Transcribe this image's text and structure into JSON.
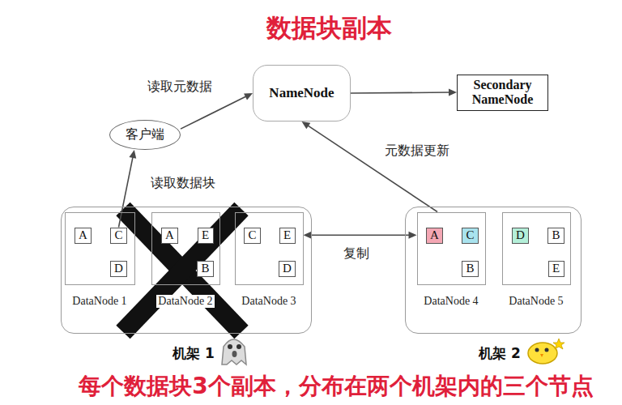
{
  "diagram": {
    "title": "数据块副本",
    "caption": "每个数据块3个副本，分布在两个机架内的三个节点",
    "nodes": [
      {
        "text": [
          "NameNode"
        ]
      },
      {
        "text": [
          "Secondary NameNode"
        ]
      },
      {
        "text": [
          "客户端"
        ]
      },
      {
        "text": [
          "机架 1"
        ]
      },
      {
        "text": [
          "DataNode 1"
        ],
        "in": 3
      },
      {
        "text": [
          "A"
        ],
        "in": 4
      },
      {
        "text": [
          "C"
        ],
        "in": 4
      },
      {
        "text": [
          "D"
        ],
        "in": 4
      },
      {
        "text": [
          "DataNode 2"
        ],
        "in": 3
      },
      {
        "text": [
          "A"
        ],
        "in": 8
      },
      {
        "text": [
          "E"
        ],
        "in": 8
      },
      {
        "text": [
          "B"
        ],
        "in": 8
      },
      {
        "text": [
          "DataNode 3"
        ],
        "in": 3
      },
      {
        "text": [
          "C"
        ],
        "in": 12
      },
      {
        "text": [
          "E"
        ],
        "in": 12
      },
      {
        "text": [
          "D"
        ],
        "in": 12
      },
      {
        "text": [
          "机架 2"
        ]
      },
      {
        "text": [
          "DataNode 4"
        ],
        "in": 16
      },
      {
        "text": [
          "A"
        ],
        "in": 17
      },
      {
        "text": [
          "C"
        ],
        "in": 17
      },
      {
        "text": [
          "B"
        ],
        "in": 17
      },
      {
        "text": [
          "DataNode 5"
        ],
        "in": 16
      },
      {
        "text": [
          "D"
        ],
        "in": 21
      },
      {
        "text": [
          "B"
        ],
        "in": 21
      },
      {
        "text": [
          "E"
        ],
        "in": 21
      }
    ],
    "edges": [
      {
        "from": 2,
        "to": 0,
        "arrow": "to",
        "label": "读取元数据"
      },
      {
        "from": 0,
        "to": 1,
        "arrow": "to"
      },
      {
        "from": 6,
        "to": 2,
        "arrow": "to",
        "label": "读取数据块"
      },
      {
        "from": 17,
        "to": 0,
        "arrow": "to",
        "label": "元数据更新"
      },
      {
        "from": 12,
        "to": 17,
        "arrow": "both",
        "label": "复制"
      }
    ]
  }
}
